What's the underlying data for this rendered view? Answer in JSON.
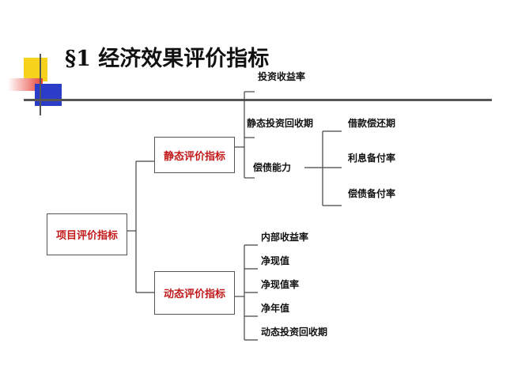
{
  "title": "§1 经济效果评价指标",
  "diagram": {
    "root": "项目评价指标",
    "static": {
      "label": "静态评价指标",
      "items": [
        "投资收益率",
        "静态投资回收期",
        "偿债能力"
      ],
      "solvency_items": [
        "借款偿还期",
        "利息备付率",
        "偿债备付率"
      ]
    },
    "dynamic": {
      "label": "动态评价指标",
      "items": [
        "内部收益率",
        "净现值",
        "净现值率",
        "净年值",
        "动态投资回收期"
      ]
    }
  },
  "colors": {
    "box_text": "#c21a1a",
    "decor_yellow": "#f7d21c",
    "decor_red": "#e8443a",
    "decor_blue": "#2b3cc8"
  }
}
